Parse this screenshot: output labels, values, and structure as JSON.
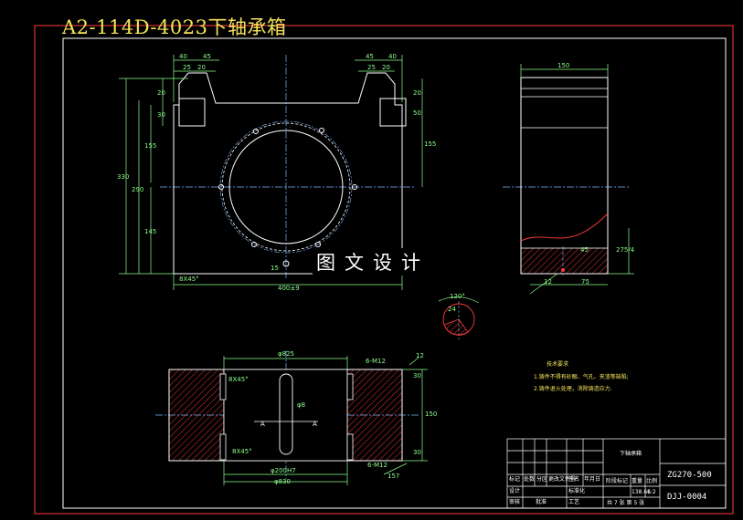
{
  "drawing": {
    "title": "A2-114D-4023下轴承箱",
    "watermark": "图文设计"
  },
  "dimensions": {
    "front_top": [
      "40",
      "45",
      "25",
      "20",
      "45",
      "40",
      "25",
      "20"
    ],
    "front_left": [
      "20",
      "30",
      "155",
      "330",
      "290",
      "145"
    ],
    "front_right": [
      "20",
      "50",
      "155"
    ],
    "front_bottom": [
      "400±9",
      "8X45°",
      "15"
    ],
    "side": [
      "150",
      "275/4",
      "45",
      "12",
      "75"
    ],
    "detail": [
      "120°",
      "24"
    ],
    "plan_top": [
      "φ825",
      "6-M12",
      "12"
    ],
    "plan_right": [
      "30",
      "150",
      "30"
    ],
    "plan_left": [
      "8X45°",
      "8X45°"
    ],
    "plan_mid": [
      "φ8",
      "A",
      "A"
    ],
    "plan_bottom": [
      "φ200H7",
      "φ830",
      "6-M12",
      "157"
    ]
  },
  "tech_requirements": {
    "heading": "技术要求",
    "items": [
      "1.铸件不得有砂眼、气孔、夹渣等缺陷;",
      "2.铸件退火处理，消除铸造应力."
    ]
  },
  "title_block": {
    "part_name": "下轴承箱",
    "material": "ZG270-500",
    "drawing_no": "DJJ-0004",
    "scale": "1:2",
    "weight": "138.66",
    "sheet": "共 7 张 第 5 张",
    "labels": [
      "标记",
      "处数",
      "分区",
      "更改文件号",
      "签名",
      "年月日",
      "设计",
      "标准化",
      "审核",
      "工艺",
      "批准",
      "阶段标记",
      "重量",
      "比例"
    ]
  }
}
